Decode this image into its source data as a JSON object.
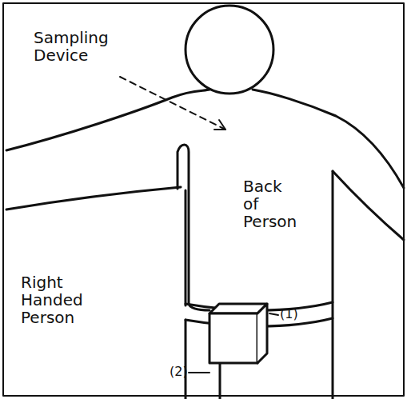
{
  "diagram": {
    "labels": [
      "Sampling Device",
      "Back of Person",
      "Right Handed Person",
      "(1)",
      "(2)"
    ]
  }
}
